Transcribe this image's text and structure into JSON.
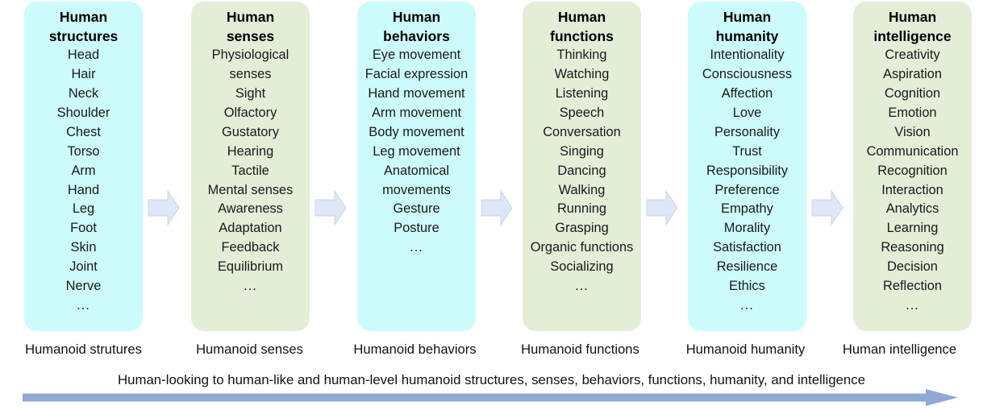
{
  "colors": {
    "cyan_box": "#CCFBFB",
    "green_box": "#E4EDD7",
    "step_arrow_fill": "#DFE6F5",
    "step_arrow_stroke": "#C3D0EA",
    "long_arrow": "#8FA8D4",
    "text": "#121212"
  },
  "columns": [
    {
      "theme": "cyan",
      "title_lines": [
        "Human",
        "structures"
      ],
      "title": "Human structures",
      "items": [
        "Head",
        "Hair",
        "Neck",
        "Shoulder",
        "Chest",
        "Torso",
        "Arm",
        "Hand",
        "Leg",
        "Foot",
        "Skin",
        "Joint",
        "Nerve",
        "..."
      ],
      "caption": "Humanoid strutures"
    },
    {
      "theme": "green",
      "title_lines": [
        "Human",
        "senses"
      ],
      "title": "Human senses",
      "items": [
        "Physiological senses",
        "Sight",
        "Olfactory",
        "Gustatory",
        "Hearing",
        "Tactile",
        "Mental senses",
        "Awareness",
        "Adaptation",
        "Feedback",
        "Equilibrium",
        "..."
      ],
      "caption": "Humanoid senses"
    },
    {
      "theme": "cyan",
      "title_lines": [
        "Human",
        "behaviors"
      ],
      "title": "Human behaviors",
      "items": [
        "Eye movement",
        "Facial expression",
        "Hand movement",
        "Arm movement",
        "Body movement",
        "Leg movement",
        "Anatomical movements",
        "Gesture",
        "Posture",
        "..."
      ],
      "caption": "Humanoid behaviors"
    },
    {
      "theme": "green",
      "title_lines": [
        "Human",
        "functions"
      ],
      "title": "Human functions",
      "items": [
        "Thinking",
        "Watching",
        "Listening",
        "Speech",
        "Conversation",
        "Singing",
        "Dancing",
        "Walking",
        "Running",
        "Grasping",
        "Organic functions",
        "Socializing",
        "..."
      ],
      "caption": "Humanoid functions"
    },
    {
      "theme": "cyan",
      "title_lines": [
        "Human",
        "humanity"
      ],
      "title": "Human humanity",
      "items": [
        "Intentionality",
        "Consciousness",
        "Affection",
        "Love",
        "Personality",
        "Trust",
        "Responsibility",
        "Preference",
        "Empathy",
        "Morality",
        "Satisfaction",
        "Resilience",
        "Ethics",
        "..."
      ],
      "caption": "Humanoid humanity"
    },
    {
      "theme": "green",
      "title_lines": [
        "Human",
        "intelligence"
      ],
      "title": "Human intelligence",
      "items": [
        "Creativity",
        "Aspiration",
        "Cognition",
        "Emotion",
        "Vision",
        "Communication",
        "Recognition",
        "Interaction",
        "Analytics",
        "Learning",
        "Reasoning",
        "Decision",
        "Reflection",
        "..."
      ],
      "caption": "Human intelligence"
    }
  ],
  "summary": "Human-looking to human-like and human-level humanoid structures, senses, behaviors, functions, humanity, and intelligence"
}
